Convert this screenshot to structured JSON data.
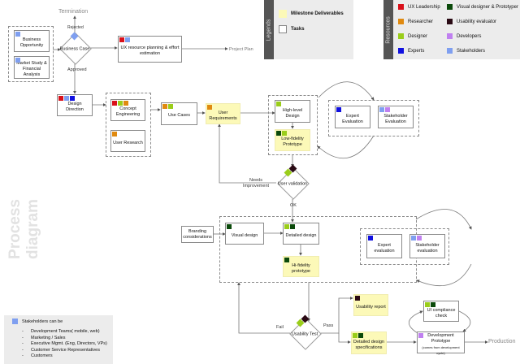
{
  "title": "Process diagram",
  "legend": {
    "heading": "Legends",
    "items": [
      {
        "label": "Milestone Deliverables",
        "color": "#fcf9b8"
      },
      {
        "label": "Tasks",
        "color": "#ffffff"
      }
    ]
  },
  "resources": {
    "heading": "Resources",
    "items": [
      {
        "label": "UX Leadership",
        "color": "#d9101a"
      },
      {
        "label": "Researcher",
        "color": "#e08a10"
      },
      {
        "label": "Designer",
        "color": "#9acd1a"
      },
      {
        "label": "Experts",
        "color": "#1010e0"
      },
      {
        "label": "Visual designer & Prototyper",
        "color": "#0b4a0b"
      },
      {
        "label": "Usability evaluator",
        "color": "#2a0a14"
      },
      {
        "label": "Developers",
        "color": "#c080f0"
      },
      {
        "label": "Stakeholders",
        "color": "#7f9ff0"
      }
    ]
  },
  "nodes": {
    "termination": "Termination",
    "rejected": "Rejected",
    "approved": "Approved",
    "business_opportunity": "Business Opportunity",
    "market_study": "Market Study & Financial Analysis",
    "business_case": "Business Case",
    "ux_resource": "UX resource planning & effort estimation",
    "project_plan": "Project Plan",
    "design_direction": "Design Direction",
    "concept_engineering": "Concept Engineering",
    "user_research": "User Research",
    "use_cases": "Use Cases",
    "user_requirements": "User Requirements",
    "high_level_design": "High-level Design",
    "low_fi": "Low-fidelity Prototype",
    "expert_evaluation": "Expert Evaluation",
    "stakeholder_evaluation": "Stakeholder Evaluation",
    "user_validation": "User validation",
    "needs_improvement": "Needs Improvement",
    "ok": "OK",
    "branding": "Branding considerations",
    "visual_design": "Visual design",
    "detailed_design": "Detailed design",
    "hi_fi": "Hi-fidelity prototype",
    "expert_evaluation2": "Expert evaluation",
    "stakeholder_evaluation2": "Stakeholder evaluation",
    "usability_test": "Usability Test",
    "fail": "Fail",
    "pass": "Pass",
    "usability_report": "Usability report",
    "detailed_specs": "Detailed design specifications",
    "ui_compliance": "UI compliance check",
    "dev_prototype": "Development Prototype",
    "dev_prototype_note": "(comes from development cycle)",
    "production": "Production"
  },
  "stakeholders": {
    "heading": "Stakeholders can be",
    "items": [
      "Development Teams( mobile, web)",
      "Marketing / Sales",
      "Executive Mgmt. (Eng, Directors, VPs)",
      "Customer Service Representatives",
      "Customers"
    ]
  }
}
